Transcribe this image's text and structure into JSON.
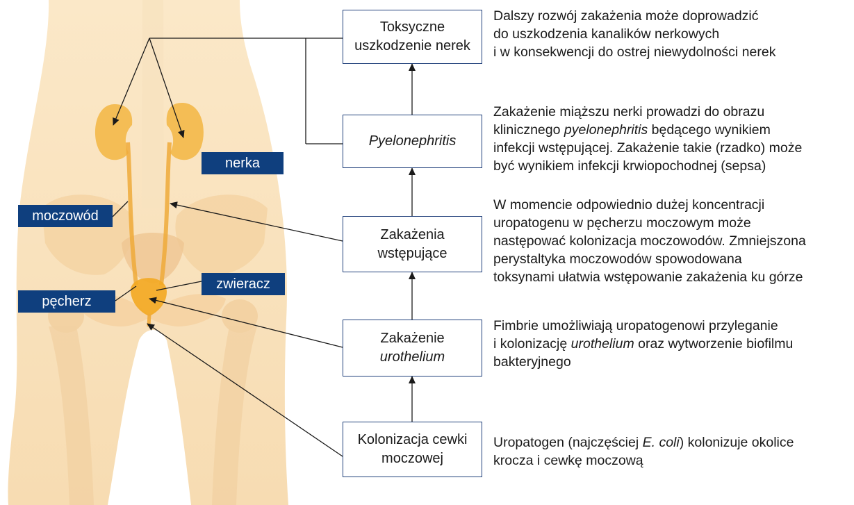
{
  "labels": {
    "kidney": "nerka",
    "ureter": "moczowód",
    "sphincter": "zwieracz",
    "bladder": "pęcherz"
  },
  "steps": {
    "toxic": {
      "line1": "Toksyczne",
      "line2": "uszkodzenie nerek"
    },
    "pyelo": {
      "line1": "Pyelonephritis"
    },
    "ascending": {
      "line1": "Zakażenia",
      "line2": "wstępujące"
    },
    "urothelium": {
      "line1": "Zakażenie",
      "line2": "urothelium"
    },
    "colonization": {
      "line1": "Kolonizacja cewki",
      "line2": "moczowej"
    }
  },
  "descriptions": {
    "toxic": {
      "l1": "Dalszy rozwój zakażenia może doprowadzić",
      "l2": "do uszkodzenia kanalików nerkowych",
      "l3": "i w konsekwencji do ostrej niewydolności nerek"
    },
    "pyelo": {
      "l1": "Zakażenie miąższu nerki prowadzi do obrazu",
      "l2a": "klinicznego ",
      "l2b": "pyelonephritis",
      "l2c": " będącego wynikiem",
      "l3": "infekcji wstępującej. Zakażenie takie (rzadko) może",
      "l4": "być wynikiem infekcji krwiopochodnej (sepsa)"
    },
    "ascending": {
      "l1": "W momencie odpowiednio dużej koncentracji",
      "l2": "uropatogenu w pęcherzu moczowym może",
      "l3": "następować kolonizacja moczowodów. Zmniejszona",
      "l4": "perystaltyka moczowodów spowodowana",
      "l5": "toksynami ułatwia wstępowanie zakażenia ku górze"
    },
    "urothelium": {
      "l1": "Fimbrie umożliwiają uropatogenowi przyleganie",
      "l2a": "i kolonizację ",
      "l2b": "urothelium",
      "l2c": " oraz wytworzenie biofilmu",
      "l3": "bakteryjnego"
    },
    "colonization": {
      "l1a": "Uropatogen (najczęściej ",
      "l1b": "E. coli",
      "l1c": ") kolonizuje okolice",
      "l2": "krocza i cewkę moczową"
    }
  },
  "colors": {
    "box_border": "#1f3f7a",
    "label_bg": "#0f3f7e",
    "body_skin": "#fbe6c4",
    "bone": "#f6d3a4",
    "organ": "#f3b33a"
  }
}
